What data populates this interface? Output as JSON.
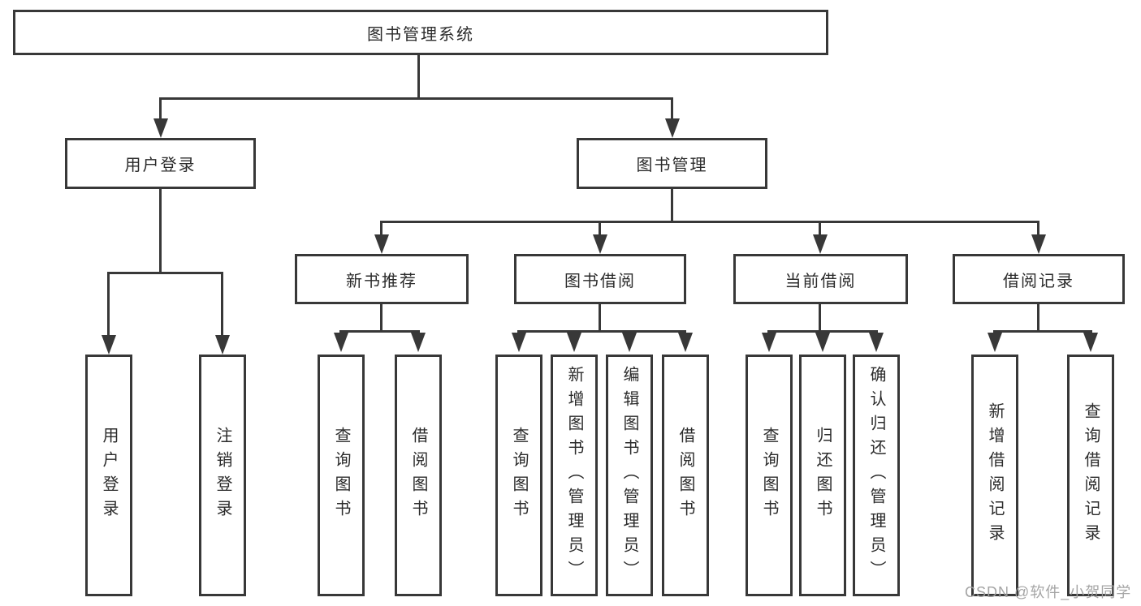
{
  "diagram_title": "图书管理系统",
  "tree": {
    "root": {
      "label": "图书管理系统",
      "children": [
        {
          "label": "用户登录",
          "children": [
            {
              "label": "用户登录"
            },
            {
              "label": "注销登录"
            }
          ]
        },
        {
          "label": "图书管理",
          "children": [
            {
              "label": "新书推荐",
              "children": [
                {
                  "label": "查询图书"
                },
                {
                  "label": "借阅图书"
                }
              ]
            },
            {
              "label": "图书借阅",
              "children": [
                {
                  "label": "查询图书"
                },
                {
                  "label": "新增图书（管理员）"
                },
                {
                  "label": "编辑图书（管理员）"
                },
                {
                  "label": "借阅图书"
                }
              ]
            },
            {
              "label": "当前借阅",
              "children": [
                {
                  "label": "查询图书"
                },
                {
                  "label": "归还图书"
                },
                {
                  "label": "确认归还（管理员）"
                }
              ]
            },
            {
              "label": "借阅记录",
              "children": [
                {
                  "label": "新增借阅记录"
                },
                {
                  "label": "查询借阅记录"
                }
              ]
            }
          ]
        }
      ]
    }
  },
  "watermark": {
    "text": "CSDN @软件_小贺同学"
  },
  "colors": {
    "line": "#383838",
    "text": "#2b2b2b",
    "background": "#ffffff",
    "watermark": "#a0a0a0"
  }
}
